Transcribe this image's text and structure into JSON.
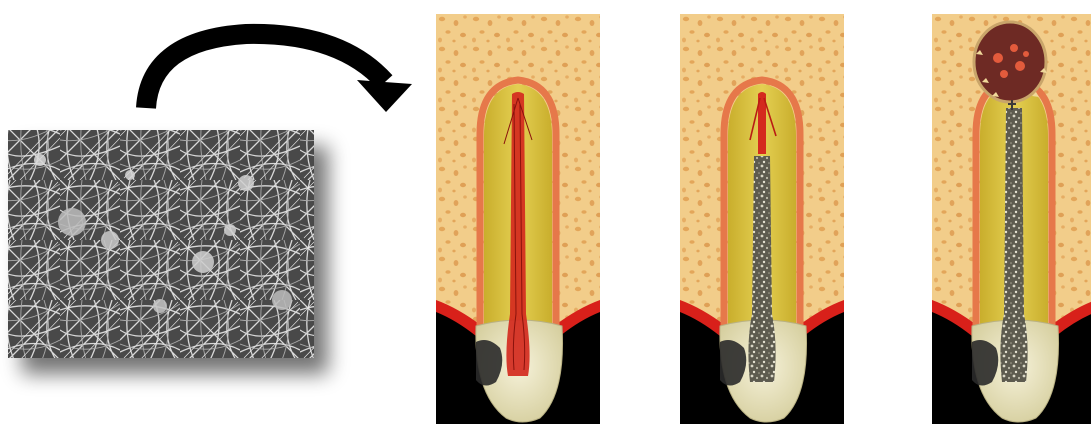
{
  "figure": {
    "panels": [
      {
        "id": "sem-micrograph",
        "kind": "scanning electron micrograph of fibrous mesh"
      },
      {
        "id": "tooth-1",
        "state": "vital pulp in root canal"
      },
      {
        "id": "tooth-2",
        "state": "root canal filled with scaffold"
      },
      {
        "id": "tooth-3",
        "state": "scaffold with periapical lesion"
      }
    ],
    "arrow": {
      "from": "sem-micrograph",
      "to": "tooth-1"
    },
    "colors": {
      "bone": "#f2cd8a",
      "bone_pores": "#e3a65a",
      "dentin": "#d9c03c",
      "pdl": "#e6784a",
      "pulp": "#d42a1e",
      "gingiva": "#d8201a",
      "crown": "#ece7c4",
      "background_dark": "#000000",
      "lesion": "#6e2a24"
    }
  }
}
